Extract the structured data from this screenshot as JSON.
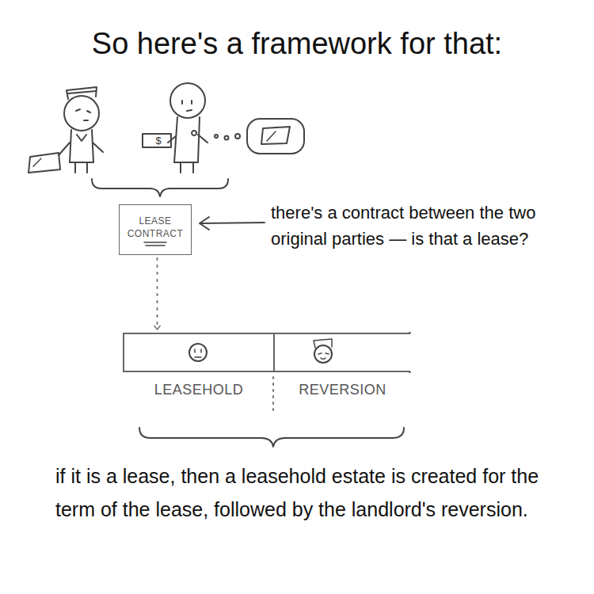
{
  "diagram": {
    "title": "So here's a framework for that:",
    "caption": "if it is a lease, then a leasehold estate is created for the term of the lease, followed by the landlord's reversion.",
    "nodes": [
      {
        "text": [
          "LEASE CONTRACT"
        ]
      },
      {
        "text": [
          "LEASEHOLD"
        ]
      },
      {
        "text": [
          "REVERSION"
        ]
      }
    ],
    "edges": [
      {
        "from": 0,
        "to": 1,
        "arrow": "to"
      }
    ],
    "labels": [
      "$",
      "there's a contract between the two original parties — is that a lease?"
    ]
  }
}
